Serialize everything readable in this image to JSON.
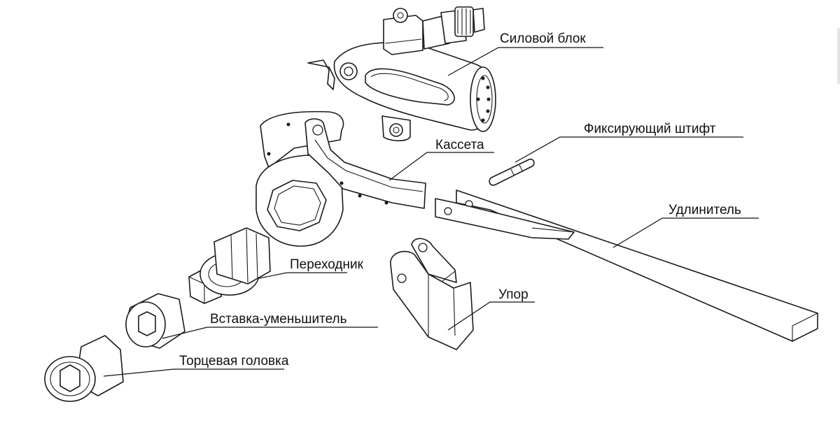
{
  "labels": {
    "power_unit": "Силовой блок",
    "locking_pin": "Фиксирующий штифт",
    "cassette": "Кассета",
    "extension": "Удлинитель",
    "adapter": "Переходник",
    "stop": "Упор",
    "reducer_insert": "Вставка-уменьшитель",
    "socket_head": "Торцевая головка"
  },
  "colors": {
    "line": "#1a1a1a",
    "background": "#ffffff"
  }
}
